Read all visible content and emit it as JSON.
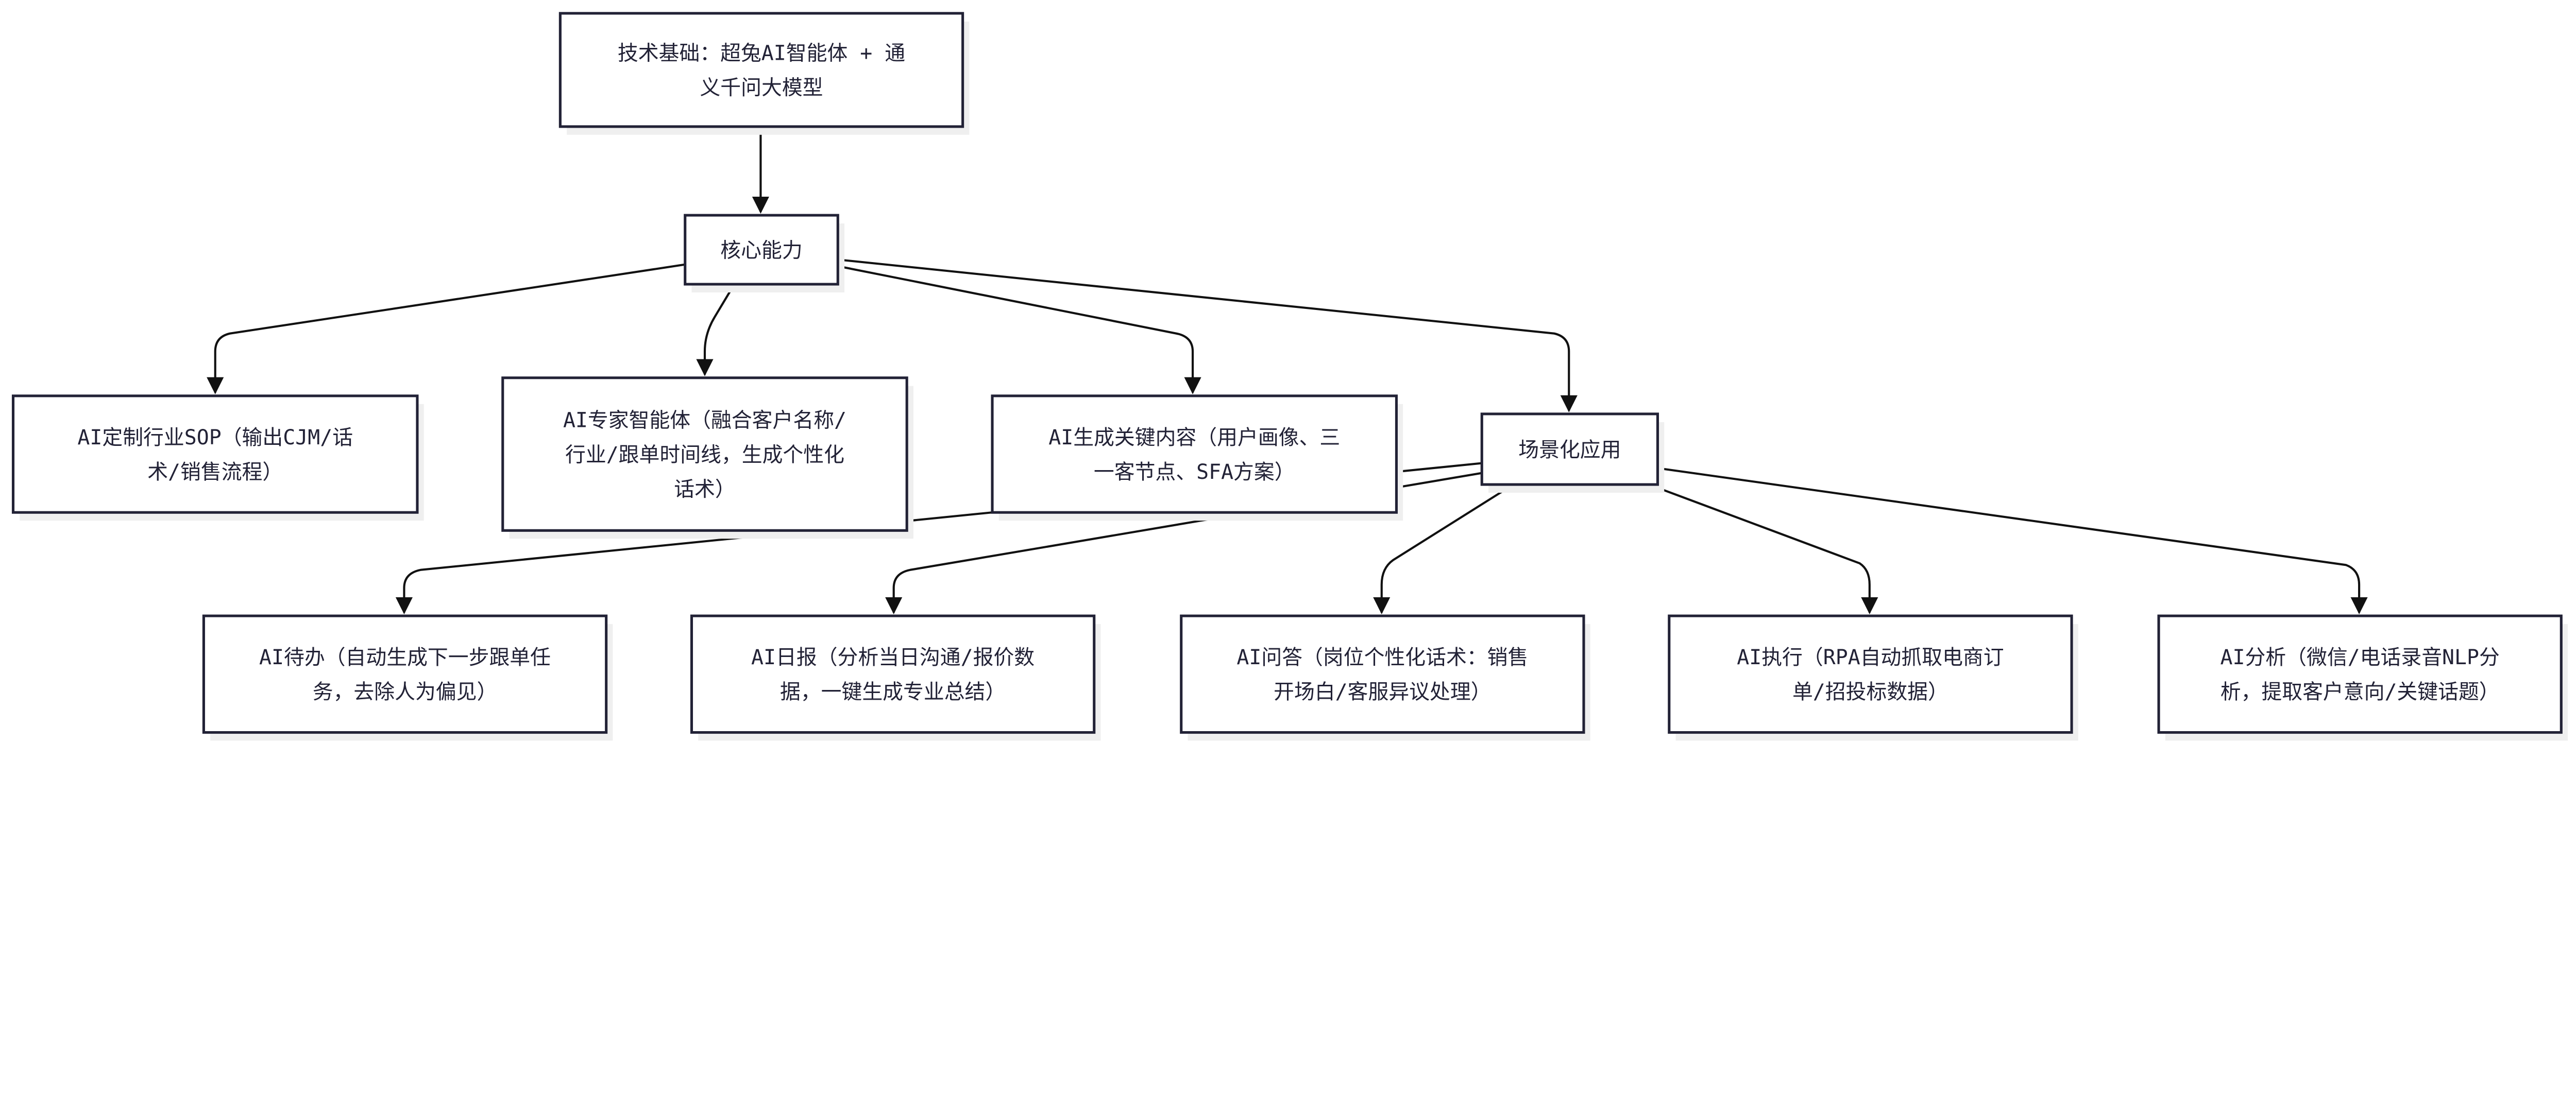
{
  "colors": {
    "node_fill": "#ffffff",
    "node_border": "#222236",
    "edge": "#111111",
    "shadow": "#efefef"
  },
  "nodes": {
    "foundation": {
      "lines": [
        "技术基础：超兔AI智能体 + 通",
        "义千问大模型"
      ]
    },
    "core": {
      "lines": [
        "核心能力"
      ]
    },
    "sop": {
      "lines": [
        "AI定制行业SOP（输出CJM/话",
        "术/销售流程）"
      ]
    },
    "expert": {
      "lines": [
        "AI专家智能体（融合客户名称/",
        "行业/跟单时间线，生成个性化",
        "话术）"
      ]
    },
    "content": {
      "lines": [
        "AI生成关键内容（用户画像、三",
        "一客节点、SFA方案）"
      ]
    },
    "scene": {
      "lines": [
        "场景化应用"
      ]
    },
    "todo": {
      "lines": [
        "AI待办（自动生成下一步跟单任",
        "务，去除人为偏见）"
      ]
    },
    "daily": {
      "lines": [
        "AI日报（分析当日沟通/报价数",
        "据，一键生成专业总结）"
      ]
    },
    "qa": {
      "lines": [
        "AI问答（岗位个性化话术：销售",
        "开场白/客服异议处理）"
      ]
    },
    "exec": {
      "lines": [
        "AI执行（RPA自动抓取电商订",
        "单/招投标数据）"
      ]
    },
    "analysis": {
      "lines": [
        "AI分析（微信/电话录音NLP分",
        "析，提取客户意向/关键话题）"
      ]
    }
  },
  "edges": [
    {
      "from": "foundation",
      "to": "core"
    },
    {
      "from": "core",
      "to": "sop"
    },
    {
      "from": "core",
      "to": "expert"
    },
    {
      "from": "core",
      "to": "content"
    },
    {
      "from": "core",
      "to": "scene"
    },
    {
      "from": "scene",
      "to": "todo"
    },
    {
      "from": "scene",
      "to": "daily"
    },
    {
      "from": "scene",
      "to": "qa"
    },
    {
      "from": "scene",
      "to": "exec"
    },
    {
      "from": "scene",
      "to": "analysis"
    }
  ]
}
